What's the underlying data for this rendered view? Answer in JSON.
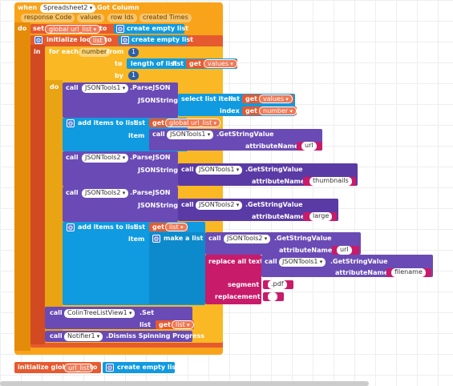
{
  "event": {
    "when": "when",
    "component": "Spreadsheet2",
    "event_name": ".Got Column",
    "params": [
      "response Code",
      "values",
      "row Ids",
      "created Times"
    ],
    "do": "do"
  },
  "set": {
    "set": "set",
    "var": "global url_list",
    "to": "to",
    "create_list": "create empty list"
  },
  "local": {
    "label": "initialize local",
    "var": "list",
    "to": "to",
    "create_list": "create empty list",
    "in": "in"
  },
  "foreach": {
    "label": "for each",
    "var": "number",
    "from": "from",
    "from_val": "1",
    "to": "to",
    "length": "length of list",
    "list_kw": "list",
    "get": "get",
    "get_var": "values",
    "by": "by",
    "by_val": "1",
    "do": "do"
  },
  "call_kw": "call",
  "get_kw": "get",
  "parse1": {
    "component": "JSONTools1",
    "method": ".ParseJSON",
    "arg": "JSONString",
    "select": "select list item",
    "list_kw": "list",
    "list_var": "values",
    "index_kw": "index",
    "index_var": "number"
  },
  "add1": {
    "label": "add items to list",
    "list_kw": "list",
    "list_var": "global url_list",
    "item_kw": "item",
    "component": "JSONTools1",
    "method": ".GetStringValue",
    "attr_kw": "attributeName",
    "attr_val": "url"
  },
  "parse2": {
    "component": "JSONTools2",
    "method": ".ParseJSON",
    "arg": "JSONString",
    "inner_component": "JSONTools1",
    "inner_method": ".GetStringValue",
    "attr_kw": "attributeName",
    "attr_val": "thumbnails"
  },
  "parse3": {
    "component": "JSONTools2",
    "method": ".ParseJSON",
    "arg": "JSONString",
    "inner_component": "JSONTools2",
    "inner_method": ".GetStringValue",
    "attr_kw": "attributeName",
    "attr_val": "large"
  },
  "add2": {
    "label": "add items to list",
    "list_kw": "list",
    "list_var": "list",
    "item_kw": "item",
    "make_list": "make a list",
    "c1_component": "JSONTools2",
    "c1_method": ".GetStringValue",
    "c1_attr_kw": "attributeName",
    "c1_attr_val": "url",
    "replace": "replace all text",
    "c2_component": "JSONTools1",
    "c2_method": ".GetStringValue",
    "c2_attr_kw": "attributeName",
    "c2_attr_val": "filename",
    "segment_kw": "segment",
    "segment_val": ".pdf",
    "replacement_kw": "replacement",
    "replacement_val": ""
  },
  "set_tree": {
    "component": "ColinTreeListView1",
    "method": ".Set",
    "list_kw": "list",
    "list_var": "list"
  },
  "dismiss": {
    "component": "Notifier1",
    "method": ".Dismiss Spinning Progress"
  },
  "global_init": {
    "label": "initialize global",
    "var": "url_list",
    "to": "to",
    "create_list": "create empty list"
  }
}
